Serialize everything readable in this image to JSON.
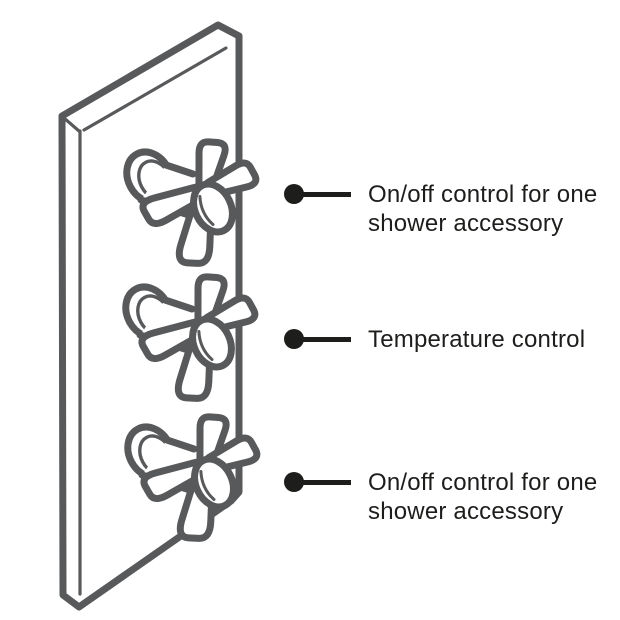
{
  "illustration": {
    "name": "thermostatic-shower-valve-three-crosshead-handles",
    "parts": {
      "plate": "mounting-plate",
      "handle_top": "crosshead-handle-top",
      "handle_middle": "crosshead-handle-middle",
      "handle_bottom": "crosshead-handle-bottom"
    }
  },
  "callouts": [
    {
      "id": "top",
      "line1": "On/off control for one",
      "line2": "shower accessory"
    },
    {
      "id": "middle",
      "line1": "Temperature control"
    },
    {
      "id": "bottom",
      "line1": "On/off control for one",
      "line2": "shower accessory"
    }
  ],
  "colors": {
    "background": "#ffffff",
    "drawing_stroke": "#58595b",
    "annotation": "#1d1d1b"
  }
}
